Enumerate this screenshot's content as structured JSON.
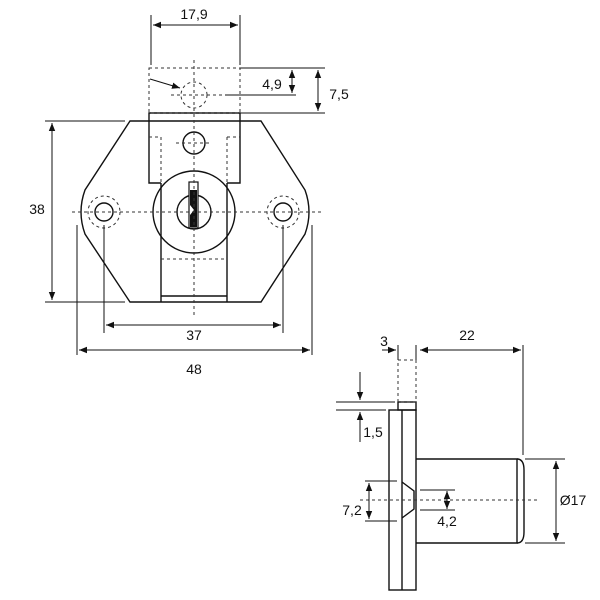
{
  "front_view": {
    "dims": {
      "width_top": "17,9",
      "hole_offset": "4,9",
      "tab_height": "7,5",
      "height": "38",
      "hole_spacing": "37",
      "width": "48"
    }
  },
  "side_view": {
    "dims": {
      "plate": "3",
      "length": "22",
      "step": "1,5",
      "countersink": "7,2",
      "hole": "4,2",
      "diameter": "Ø17"
    }
  }
}
